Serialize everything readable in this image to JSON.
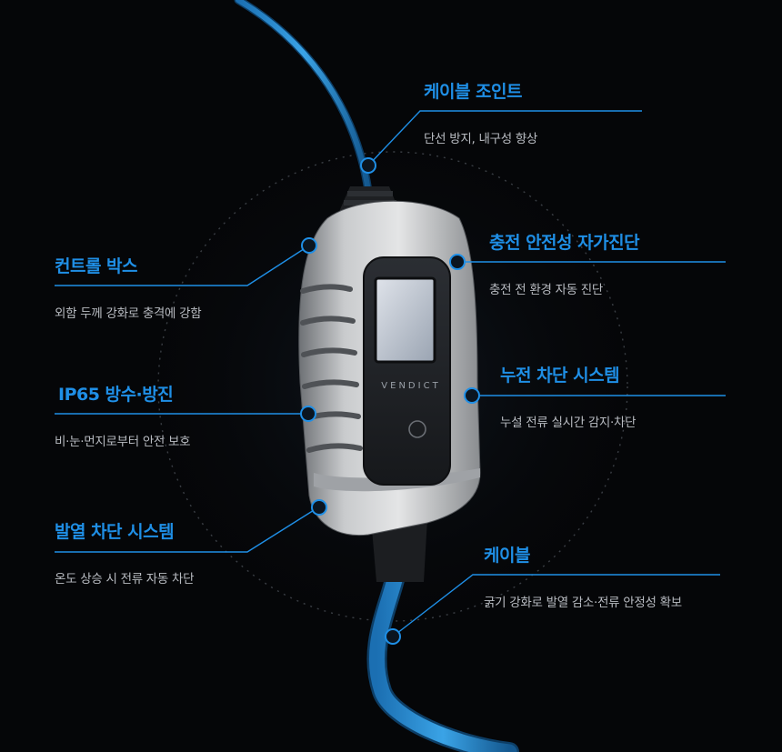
{
  "product": {
    "brand": "VENDICT"
  },
  "features": {
    "cable_joint": {
      "title": "케이블 조인트",
      "desc": "단선 방지, 내구성 향상"
    },
    "control_box": {
      "title": "컨트롤 박스",
      "desc": "외함 두께 강화로 충격에 강함"
    },
    "self_diagnosis": {
      "title": "충전 안전성 자가진단",
      "desc": "충전 전 환경 자동 진단"
    },
    "ip65": {
      "title": "IP65 방수·방진",
      "desc": "비·눈·먼지로부터 안전 보호"
    },
    "leakage_cutoff": {
      "title": "누전 차단 시스템",
      "desc": "누설 전류 실시간 감지·차단"
    },
    "heat_cutoff": {
      "title": "발열 차단 시스템",
      "desc": "온도 상승 시 전류 자동 차단"
    },
    "cable": {
      "title": "케이블",
      "desc": "굵기 강화로 발열 감소·전류 안정성 확보"
    }
  },
  "colors": {
    "background": "#050608",
    "accent": "#1f8fe6",
    "desc_text": "#b9bcc2"
  }
}
